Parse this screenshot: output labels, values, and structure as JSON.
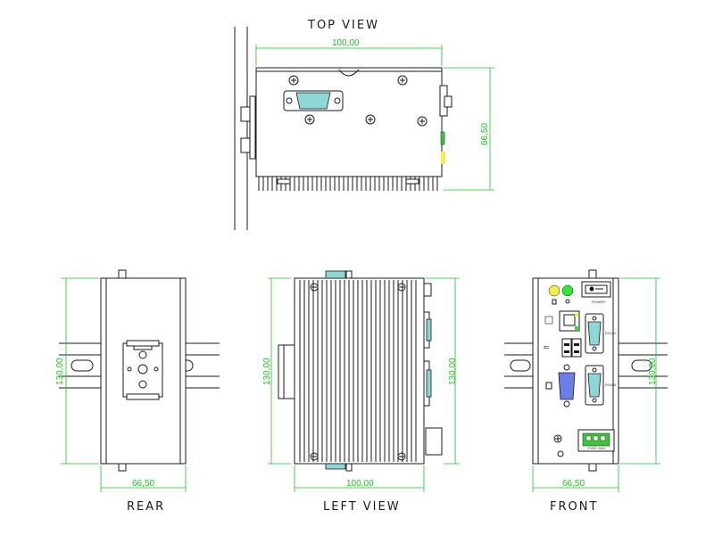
{
  "views": {
    "top": {
      "title": "TOP VIEW",
      "width_label": "100,00",
      "height_label": "66,50"
    },
    "rear": {
      "title": "REAR",
      "width_label": "66,50",
      "height_label": "130,00"
    },
    "left": {
      "title": "LEFT VIEW",
      "width_label": "100,00",
      "height_label": "130,00"
    },
    "front": {
      "title": "FRONT",
      "width_label": "66,50",
      "height_label": "130,00",
      "port_labels": [
        "POWER",
        "RS232",
        "RS485",
        "PWR GND"
      ]
    }
  },
  "colors": {
    "outline": "#1a1a1a",
    "dimension": "#22c022",
    "connector_db9": "#8fd6d6",
    "connector_vga": "#6a7ee8",
    "led_yellow": "#f3f04a",
    "led_green": "#33e633",
    "terminal_block": "#3cc63c"
  }
}
